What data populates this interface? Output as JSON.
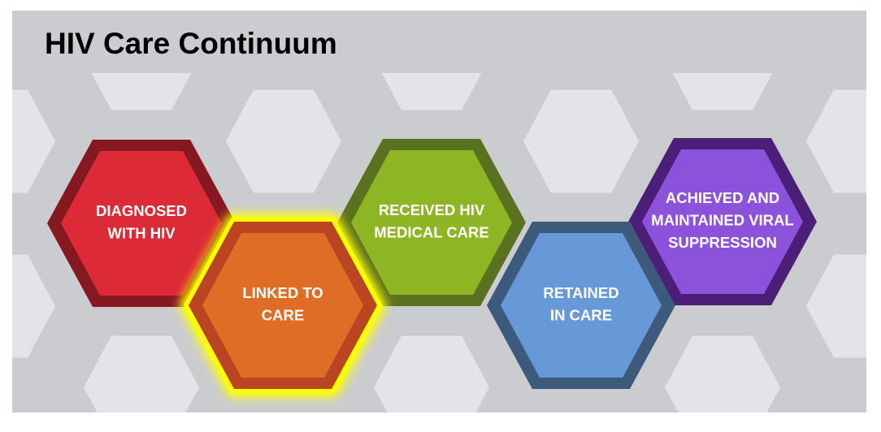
{
  "title": "HIV Care Continuum",
  "colors": {
    "background": "#cbcccf",
    "pattern_hex": "#e3e4e8",
    "highlight_glow": "#ffff00"
  },
  "stages": [
    {
      "id": "diagnosed",
      "lines": [
        "DIAGNOSED",
        "WITH HIV"
      ],
      "border": "#861822",
      "fill": "#dc2a36",
      "highlighted": false
    },
    {
      "id": "linked",
      "lines": [
        "LINKED TO",
        "CARE"
      ],
      "border": "#bb4522",
      "fill": "#df6d25",
      "highlighted": true
    },
    {
      "id": "received",
      "lines": [
        "RECEIVED HIV",
        "MEDICAL CARE"
      ],
      "border": "#5a7220",
      "fill": "#8eb523",
      "highlighted": false
    },
    {
      "id": "retained",
      "lines": [
        "RETAINED",
        "IN CARE"
      ],
      "border": "#3d5a7d",
      "fill": "#6798d8",
      "highlighted": false
    },
    {
      "id": "suppressed",
      "lines": [
        "ACHIEVED AND",
        "MAINTAINED VIRAL",
        "SUPPRESSION"
      ],
      "border": "#4b1f77",
      "fill": "#8c52dc",
      "highlighted": false
    }
  ]
}
